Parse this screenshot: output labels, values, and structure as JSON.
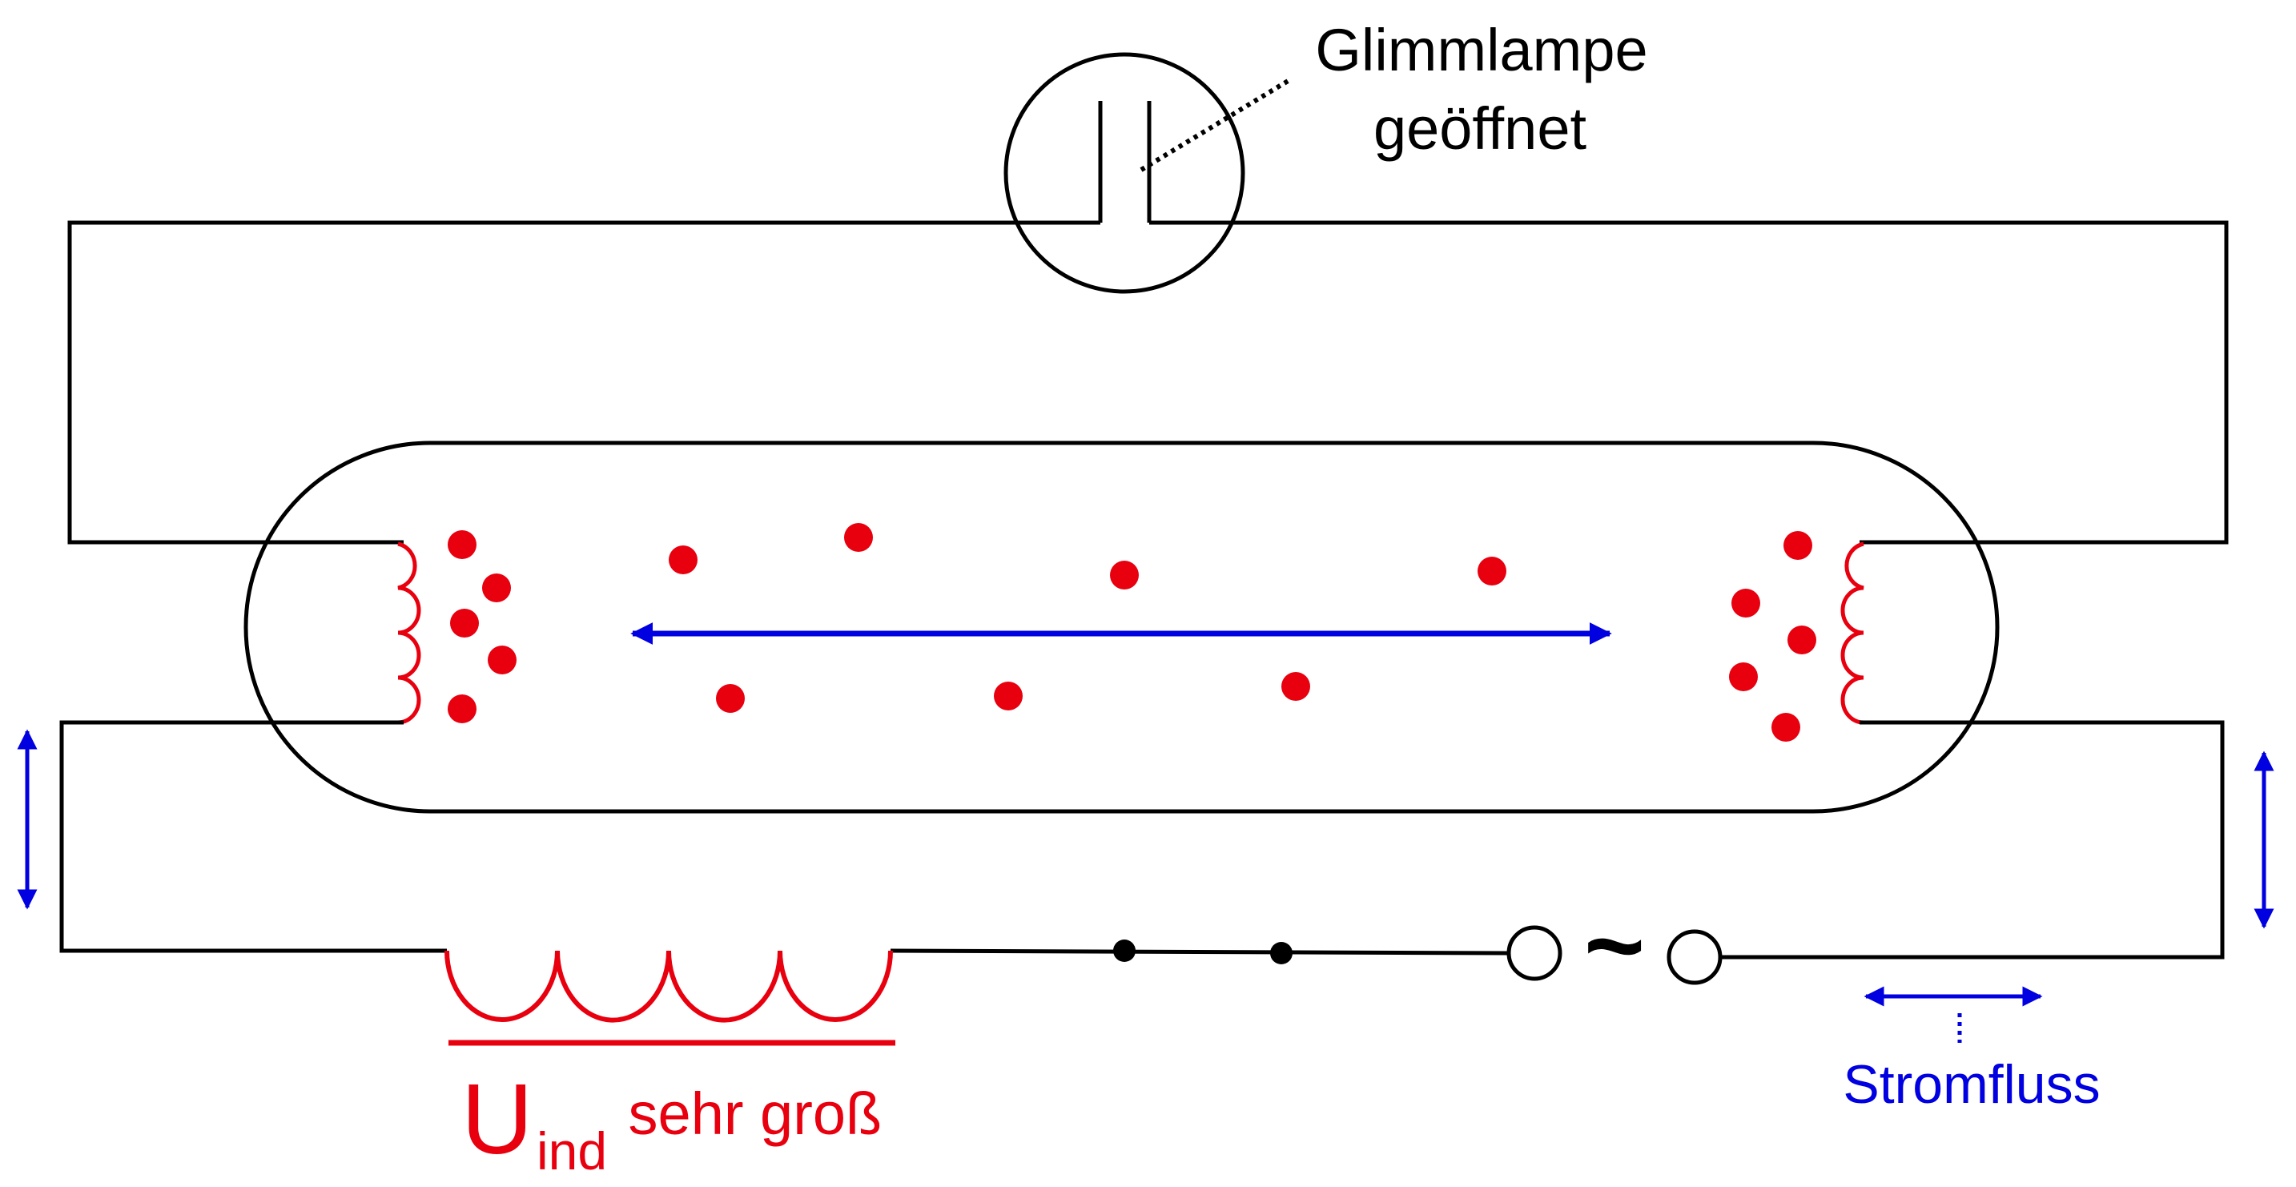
{
  "labels": {
    "glimmlampe_line1": "Glimmlampe",
    "glimmlampe_line2": "geöffnet",
    "uind_main": "U",
    "uind_sub": "ind",
    "uind_rest": "sehr groß",
    "stromfluss": "Stromfluss",
    "ac_symbol": "~"
  },
  "colors": {
    "wire": "#000000",
    "electrode": "#e8000f",
    "particles": "#e8000f",
    "current_arrows": "#0000e0",
    "inductor": "#e8000f",
    "uind_label": "#e8000f",
    "stromfluss_label": "#0000e0"
  }
}
